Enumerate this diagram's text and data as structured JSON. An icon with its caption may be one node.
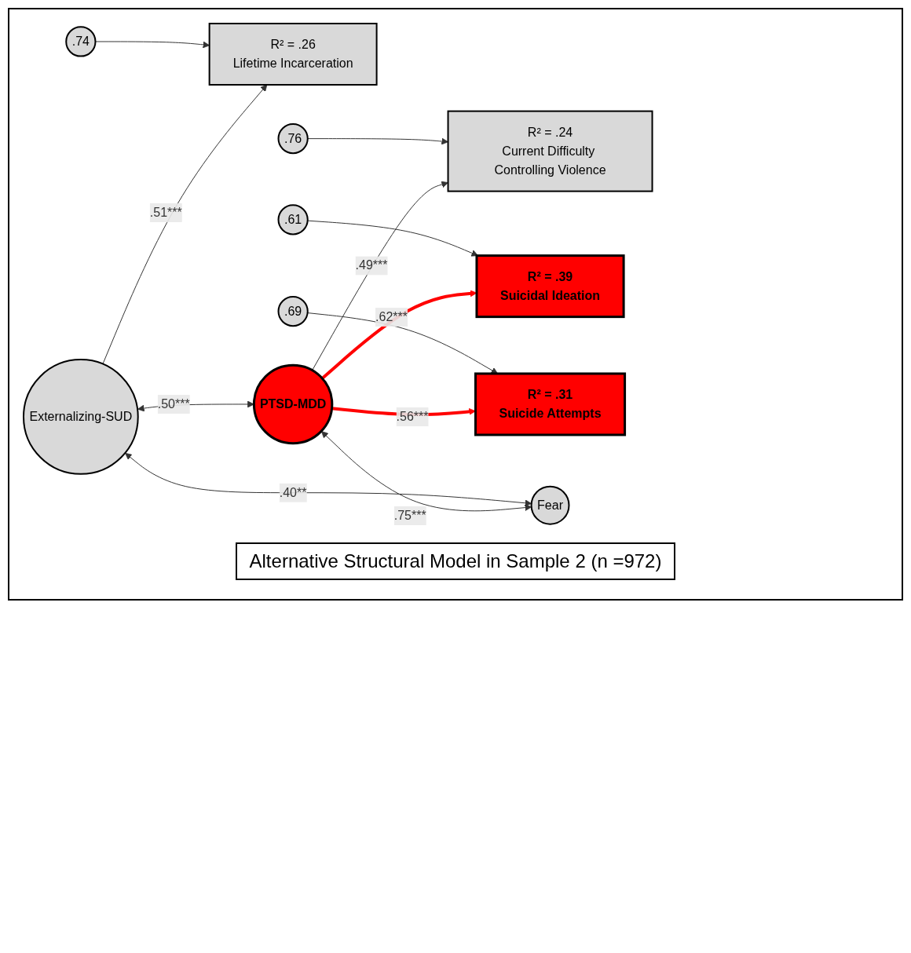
{
  "diagram": {
    "caption": "Alternative Structural Model in Sample 2 (n =972)",
    "nodes": [
      {
        "text": [
          "Externalizing-SUD"
        ]
      },
      {
        "text": [
          "R² = .26",
          "Lifetime Incarceration"
        ]
      },
      {
        "text": [
          ".74"
        ]
      },
      {
        "text": [
          "PTSD-MDD"
        ]
      },
      {
        "text": [
          "R² = .24",
          "Current Difficulty Controlling Violence"
        ]
      },
      {
        "text": [
          ".76"
        ]
      },
      {
        "text": [
          "R² = .39",
          "Suicidal Ideation"
        ]
      },
      {
        "text": [
          ".61"
        ]
      },
      {
        "text": [
          "R² = .31",
          "Suicide Attempts"
        ]
      },
      {
        "text": [
          ".69"
        ]
      },
      {
        "text": [
          "Fear"
        ]
      }
    ],
    "edges": [
      {
        "from": 0,
        "to": 1,
        "arrow": "to",
        "label": ".51***"
      },
      {
        "from": 2,
        "to": 1,
        "arrow": "to"
      },
      {
        "from": 3,
        "to": 4,
        "arrow": "to",
        "label": ".49***"
      },
      {
        "from": 5,
        "to": 4,
        "arrow": "to"
      },
      {
        "from": 3,
        "to": 6,
        "arrow": "to",
        "label": ".62***",
        "style": "thick",
        "color": "#ff0000"
      },
      {
        "from": 7,
        "to": 6,
        "arrow": "to"
      },
      {
        "from": 3,
        "to": 8,
        "arrow": "to",
        "label": ".56***",
        "style": "thick",
        "color": "#ff0000"
      },
      {
        "from": 9,
        "to": 8,
        "arrow": "to"
      },
      {
        "from": 0,
        "to": 3,
        "arrow": "both",
        "label": ".50***"
      },
      {
        "from": 3,
        "to": 10,
        "arrow": "both",
        "label": ".75***"
      },
      {
        "from": 0,
        "to": 10,
        "arrow": "both",
        "label": ".40**"
      }
    ]
  }
}
